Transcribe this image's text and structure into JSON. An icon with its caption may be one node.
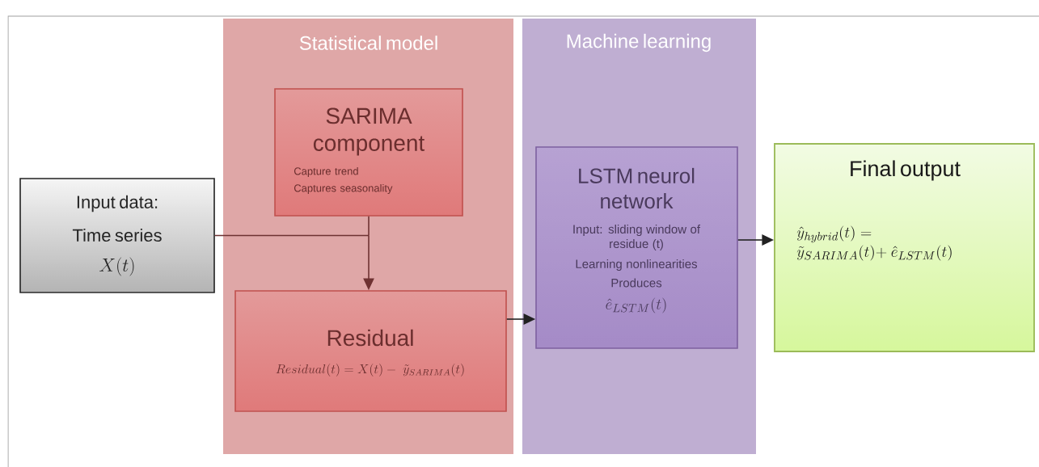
{
  "diagram": {
    "nodes": [
      {
        "text": [
          "Input data:",
          "Time series",
          "X(t)"
        ]
      },
      {
        "text": [
          "Statistical model"
        ]
      },
      {
        "text": [
          "SARIMA component",
          "Capture trend",
          "Captures seasonality"
        ],
        "in": 1
      },
      {
        "text": [
          "Residual",
          "Residual(t) = X(t) -\\ \\tilde{y}_{SARIMA}(t)"
        ],
        "in": 1
      },
      {
        "text": [
          "Machine learning"
        ]
      },
      {
        "text": [
          "LSTM neurol network",
          "Input: sliding window of residue (t)",
          "Learning nonlinearities",
          "Produces",
          "\\hat{e}_{LSTM}(t)"
        ],
        "in": 4
      },
      {
        "text": [
          "Final output",
          "\\hat{y}_{hybrid}(t) = \\tilde{y}_{SARIMA}(t) +\\ \\hat{e}_{LSTM}(t)"
        ]
      }
    ],
    "edges": [
      {
        "from": 0,
        "to": 3,
        "arrow": "to",
        "color": "#6e3232"
      },
      {
        "from": 2,
        "to": 3,
        "arrow": "to",
        "color": "#6e3232"
      },
      {
        "from": 3,
        "to": 5,
        "arrow": "to"
      },
      {
        "from": 5,
        "to": 6,
        "arrow": "to"
      }
    ]
  }
}
